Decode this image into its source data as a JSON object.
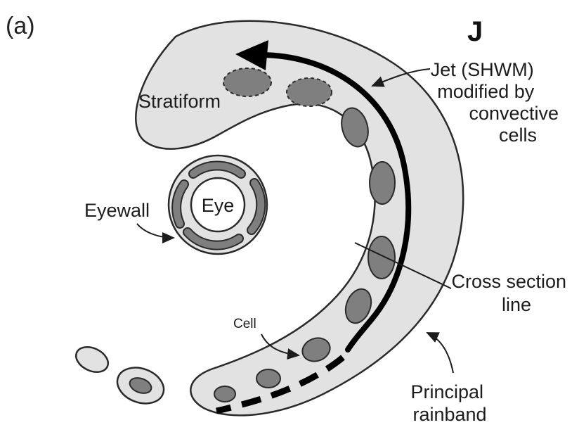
{
  "panel_label": "(a)",
  "jet_marker": "J",
  "labels": {
    "stratiform": "Stratiform",
    "eye": "Eye",
    "eyewall": "Eyewall",
    "cell": "Cell",
    "jet": [
      "Jet (SHWM)",
      "modified by",
      "convective",
      "cells"
    ],
    "cross_section": [
      "Cross section",
      "line"
    ],
    "principal_rainband": [
      "Principal",
      "rainband"
    ]
  },
  "colors": {
    "rainband_fill": "#e2e2e2",
    "cell_fill": "#7f7f7f",
    "outline": "#2a2a2a",
    "jet_arrow": "#000000"
  }
}
